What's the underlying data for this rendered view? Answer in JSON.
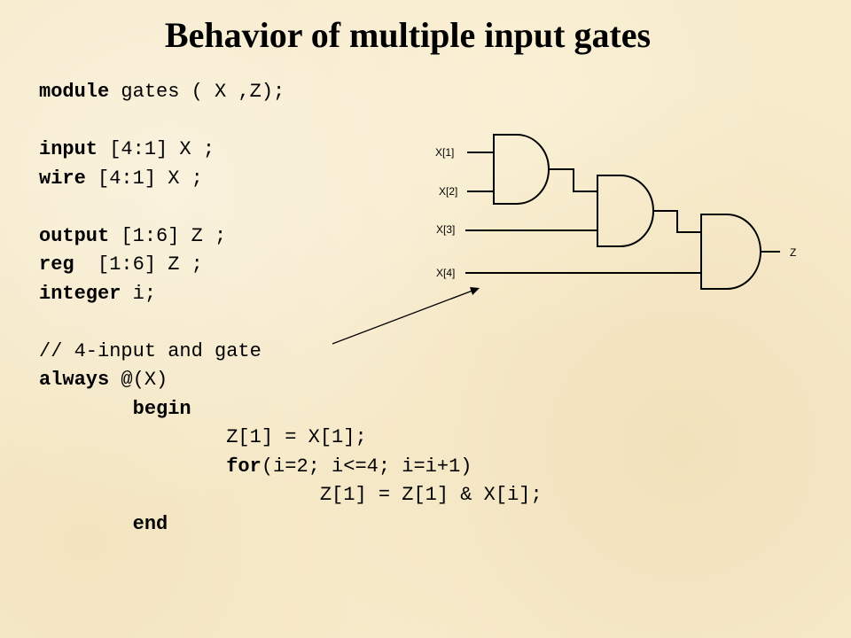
{
  "title": "Behavior of multiple input gates",
  "code_lines": [
    [
      {
        "t": "module",
        "kw": true
      },
      {
        "t": " gates ( X ,Z);",
        "kw": false
      }
    ],
    [],
    [
      {
        "t": "input",
        "kw": true
      },
      {
        "t": " [4:1] X ;",
        "kw": false
      }
    ],
    [
      {
        "t": "wire",
        "kw": true
      },
      {
        "t": " [4:1] X ;",
        "kw": false
      }
    ],
    [],
    [
      {
        "t": "output",
        "kw": true
      },
      {
        "t": " [1:6] Z ;",
        "kw": false
      }
    ],
    [
      {
        "t": "reg",
        "kw": true
      },
      {
        "t": "  [1:6] Z ;",
        "kw": false
      }
    ],
    [
      {
        "t": "integer",
        "kw": true
      },
      {
        "t": " i;",
        "kw": false
      }
    ],
    [],
    [
      {
        "t": "// 4-input and gate",
        "kw": false
      }
    ],
    [
      {
        "t": "always",
        "kw": true
      },
      {
        "t": " @(X)",
        "kw": false
      }
    ],
    [
      {
        "t": "        ",
        "kw": false
      },
      {
        "t": "begin",
        "kw": true
      }
    ],
    [
      {
        "t": "                Z[1] = X[1];",
        "kw": false
      }
    ],
    [
      {
        "t": "                ",
        "kw": false
      },
      {
        "t": "for",
        "kw": true
      },
      {
        "t": "(i=2; i<=4; i=i+1)",
        "kw": false
      }
    ],
    [
      {
        "t": "                        Z[1] = Z[1] & X[i];",
        "kw": false
      }
    ],
    [
      {
        "t": "        ",
        "kw": false
      },
      {
        "t": "end",
        "kw": true
      }
    ]
  ],
  "diagram": {
    "inputs": [
      "X[1]",
      "X[2]",
      "X[3]",
      "X[4]"
    ],
    "output": "Z"
  }
}
